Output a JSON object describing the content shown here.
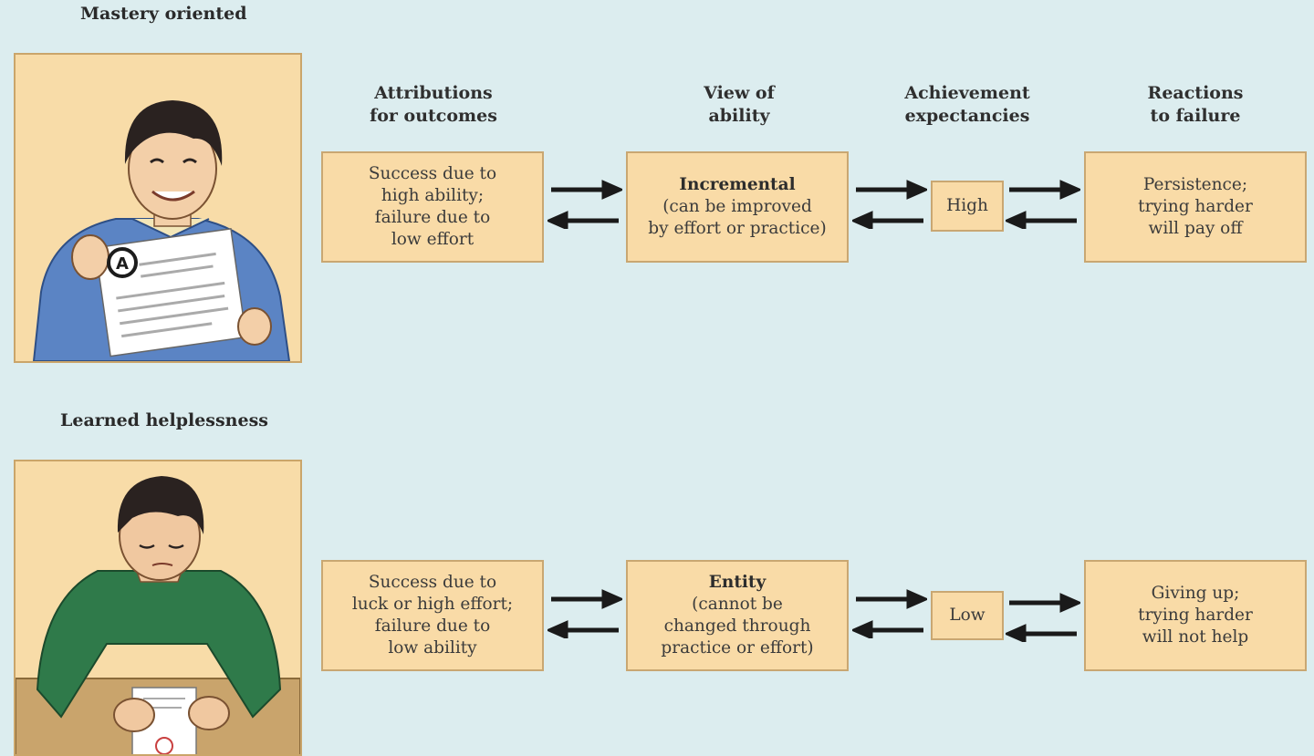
{
  "columns": [
    {
      "line1": "Attributions",
      "line2": "for outcomes"
    },
    {
      "line1": "View of",
      "line2": "ability"
    },
    {
      "line1": "Achievement",
      "line2": "expectancies"
    },
    {
      "line1": "Reactions",
      "line2": "to failure"
    }
  ],
  "mastery": {
    "label": "Mastery oriented",
    "paper_grade": "A",
    "attributions": [
      "Success due to",
      "high ability;",
      "failure due to",
      "low effort"
    ],
    "ability": {
      "title": "Incremental",
      "lines": [
        "(can be improved",
        "by effort or practice)"
      ]
    },
    "expectancy": "High",
    "reaction": [
      "Persistence;",
      "trying harder",
      "will pay off"
    ]
  },
  "helpless": {
    "label": "Learned helplessness",
    "attributions": [
      "Success due to",
      "luck or high effort;",
      "failure due to",
      "low ability"
    ],
    "ability": {
      "title": "Entity",
      "lines": [
        "(cannot be",
        "changed through",
        "practice or effort)"
      ]
    },
    "expectancy": "Low",
    "reaction": [
      "Giving up;",
      "trying harder",
      "will not help"
    ]
  },
  "colors": {
    "background": "#dcedef",
    "box_fill": "#f9dba7",
    "box_border": "#c9a772",
    "shirt_blue": "#5b84c4",
    "shirt_green": "#2f7a4a"
  }
}
